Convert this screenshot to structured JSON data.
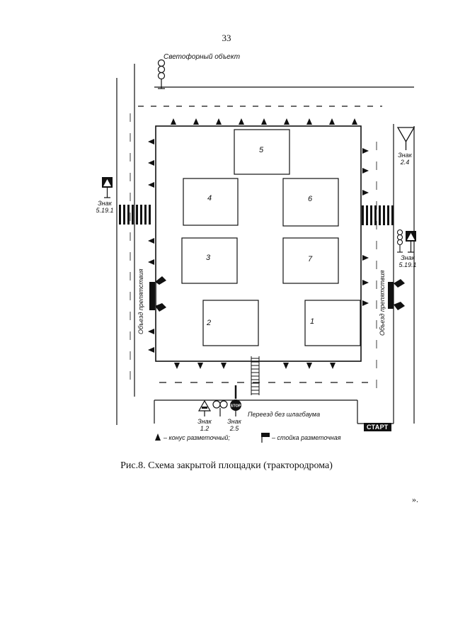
{
  "page_number": "33",
  "caption": "Рис.8. Схема закрытой площадки (трактородрома)",
  "trailing_mark": "».",
  "labels": {
    "traffic_light_object": "Светофорный объект",
    "sign_left_title": "Знак",
    "sign_left_code": "5.19.1",
    "sign_right_title": "Знак",
    "sign_right_code": "5.19.1",
    "sign_yield_title": "Знак",
    "sign_yield_code": "2.4",
    "sign_bottom_a_title": "Знак",
    "sign_bottom_a_code": "1.2",
    "sign_bottom_b_title": "Знак",
    "sign_bottom_b_code": "2.5",
    "detour_left": "Объезд препятствия",
    "detour_right": "Объезд препятствия",
    "crossing": "Переезд без шлагбаума",
    "start": "СТАРТ",
    "legend_cone": "– конус разметочный;",
    "legend_post": "– стойка разметочная",
    "stop_text": "STOP"
  },
  "boxes": [
    {
      "id": "1",
      "label": "1"
    },
    {
      "id": "2",
      "label": "2"
    },
    {
      "id": "3",
      "label": "3"
    },
    {
      "id": "4",
      "label": "4"
    },
    {
      "id": "5",
      "label": "5"
    },
    {
      "id": "6",
      "label": "6"
    },
    {
      "id": "7",
      "label": "7"
    }
  ]
}
